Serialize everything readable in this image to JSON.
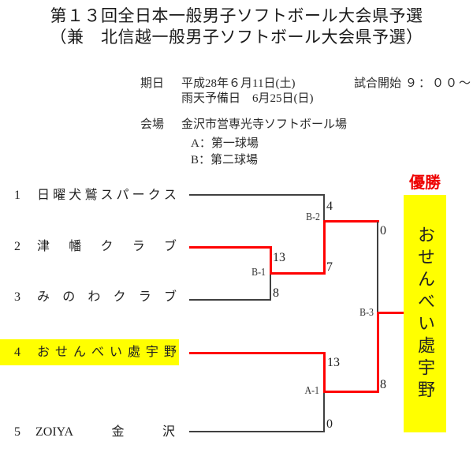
{
  "title": {
    "line1": "第１３回全日本一般男子ソフトボール大会県予選",
    "line2": "（兼　北信越一般男子ソフトボール大会県予選）"
  },
  "info": {
    "date_label": "期日",
    "date_value": "平成28年６月11日(土)",
    "start_label": "試合開始",
    "start_value": "９：００～",
    "rain_date": "雨天予備日　6月25日(日)",
    "venue_label": "会場",
    "venue_value": "金沢市営専光寺ソフトボール場",
    "fields": [
      "A：第一球場",
      "B：第二球場"
    ]
  },
  "teams": [
    {
      "seed": "1",
      "name": "日曜犬鷲スパークス",
      "segments": [
        "日",
        "曜",
        "犬",
        "鷲",
        "ス",
        "パ",
        "ー",
        "ク",
        "ス"
      ],
      "highlight": false
    },
    {
      "seed": "2",
      "name": "津幡クラブ",
      "segments": [
        "津",
        "幡",
        "ク",
        "ラ",
        "ブ"
      ],
      "highlight": false
    },
    {
      "seed": "3",
      "name": "みのわクラブ",
      "segments": [
        "み",
        "の",
        "わ",
        "ク",
        "ラ",
        "ブ"
      ],
      "highlight": false
    },
    {
      "seed": "4",
      "name": "おせんべい處宇野",
      "segments": [
        "お",
        "せ",
        "ん",
        "べ",
        "い",
        "處",
        "宇",
        "野"
      ],
      "highlight": true
    },
    {
      "seed": "5",
      "name": "ZOIYA金沢",
      "segments": [
        "ZOIYA",
        "金",
        "沢"
      ],
      "highlight": false
    }
  ],
  "matches": [
    {
      "id": "B-1",
      "top_score": "13",
      "bottom_score": "8",
      "winner": "津幡クラブ"
    },
    {
      "id": "B-2",
      "top_score": "4",
      "bottom_score": "7",
      "winner": "津幡クラブ"
    },
    {
      "id": "A-1",
      "top_score": "13",
      "bottom_score": "0",
      "winner": "おせんべい處宇野"
    },
    {
      "id": "B-3",
      "top_score": "0",
      "bottom_score": "8",
      "winner": "おせんべい處宇野"
    }
  ],
  "champion": {
    "label": "優勝",
    "name": "おせんべい處宇野"
  },
  "colors": {
    "winner_line": "#ff0000",
    "line": "#404040",
    "highlight": "#ffff00",
    "champion_label": "#ee0000"
  }
}
